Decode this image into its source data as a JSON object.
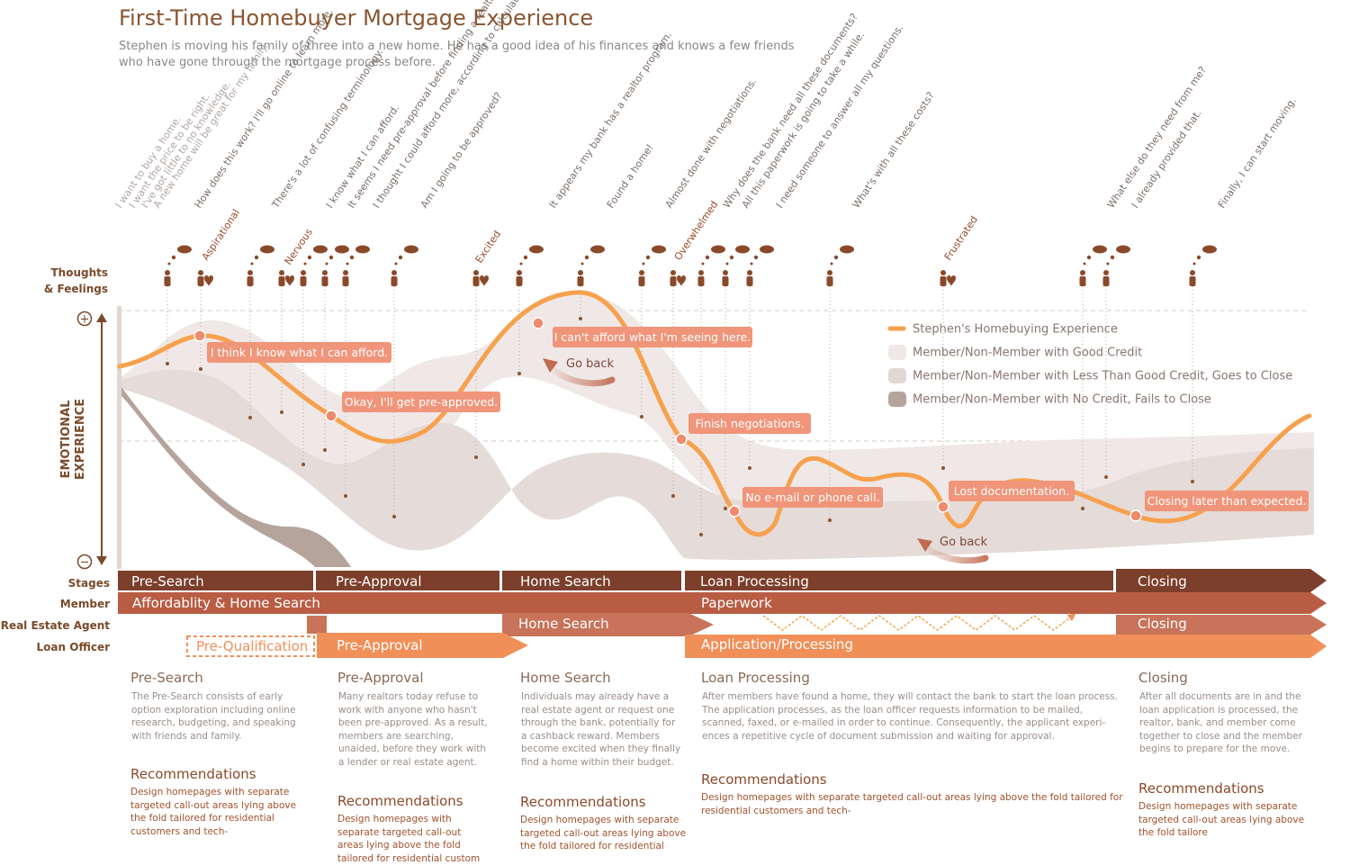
{
  "title": "First-Time Homebuyer Mortgage Experience",
  "subtitle": "Stephen is moving his family of three into a new home. He has a good idea of his finances and knows a few friends who have gone through the mortgage process before.",
  "row_labels": {
    "thoughts": [
      "Thoughts",
      "& Feelings"
    ],
    "emotional": [
      "EMOTIONAL",
      "EXPERIENCE"
    ],
    "stages": "Stages",
    "member": "Member",
    "agent": "Real Estate Agent",
    "officer": "Loan Officer"
  },
  "axis_signs": {
    "plus": "+",
    "minus": "−"
  },
  "thoughts": [
    {
      "text": "I want to buy a home.",
      "tone": "light"
    },
    {
      "text": "I want the price to be right.",
      "tone": "light"
    },
    {
      "text": "I've got little to no knowledge.",
      "tone": "light"
    },
    {
      "text": "A new home will be great for my family.",
      "tone": "light"
    },
    {
      "text": "How does this work? I'll go online to learn more.",
      "tone": "dark"
    },
    {
      "text": "There's a lot of confusing terminology.",
      "tone": "dark"
    },
    {
      "text": "I know what I can afford.",
      "tone": "dark"
    },
    {
      "text": "It seems I need pre-approval before finding a realtor.",
      "tone": "dark"
    },
    {
      "text": "I thought I could afford more, according to calculator.",
      "tone": "dark"
    },
    {
      "text": "Am I going to be approved?",
      "tone": "dark"
    },
    {
      "text": "It appears my bank has a realtor program.",
      "tone": "dark"
    },
    {
      "text": "Found a home!",
      "tone": "dark"
    },
    {
      "text": "Almost done with negotiations.",
      "tone": "dark"
    },
    {
      "text": "Why does the bank need all these documents?",
      "tone": "dark"
    },
    {
      "text": "All this paperwork is going to take a while.",
      "tone": "dark"
    },
    {
      "text": "I need someone to answer all my questions.",
      "tone": "dark"
    },
    {
      "text": "What's with all these costs?",
      "tone": "dark"
    },
    {
      "text": "What else do they need from me?",
      "tone": "dark"
    },
    {
      "text": "I already provided that.",
      "tone": "dark"
    },
    {
      "text": "Finally, I can start moving.",
      "tone": "dark"
    }
  ],
  "feelings": [
    "Aspirational",
    "Nervous",
    "Excited",
    "Overwhelmed",
    "Frustrated"
  ],
  "legend": [
    {
      "label": "Stephen's Homebuying Experience",
      "color": "#f7a14e"
    },
    {
      "label": "Member/Non-Member with Good Credit",
      "color": "#efe8e6"
    },
    {
      "label": "Member/Non-Member with Less Than Good Credit, Goes to Close",
      "color": "#e2d7d5"
    },
    {
      "label": "Member/Non-Member with No Credit, Fails to Close",
      "color": "#b5a49c"
    }
  ],
  "callouts": [
    "I think I know what I can afford.",
    "Okay, I'll get pre-approved.",
    "I can't afford what I'm seeing here.",
    "Finish negotiations.",
    "No e-mail or phone call.",
    "Lost documentation.",
    "Closing later than expected."
  ],
  "go_back": [
    "Go back",
    "Go back"
  ],
  "lanes": {
    "stages": [
      "Pre-Search",
      "Pre-Approval",
      "Home Search",
      "Loan Processing",
      "Closing"
    ],
    "member": [
      "Affordablity & Home Search",
      "Paperwork"
    ],
    "agent": [
      "Home Search",
      "Closing"
    ],
    "officer": [
      "Pre-Qualification",
      "Pre-Approval",
      "Application/Processing"
    ]
  },
  "colors": {
    "title": "#8a5530",
    "stage": "#7c3f2b",
    "member": "#b85d44",
    "agent": "#c8735a",
    "officer": "#f09058",
    "line": "#f7a14e",
    "callout": "#f0957a"
  },
  "sections": [
    {
      "heading": "Pre-Search",
      "body": [
        "The Pre-Search consists of early",
        "option exploration including online",
        "research, budgeting, and speaking",
        "with friends and family."
      ],
      "rec_heading": "Recommendations",
      "rec": [
        "Design homepages with separate",
        "targeted call-out areas lying above",
        "the fold tailored for residential",
        "customers and tech-"
      ]
    },
    {
      "heading": "Pre-Approval",
      "body": [
        "Many realtors today refuse to",
        "work with anyone who hasn't",
        "been pre-approved. As a result,",
        "members are searching,",
        "unaided, before they work with",
        "a lender or real estate agent."
      ],
      "rec_heading": "Recommendations",
      "rec": [
        "Design homepages with",
        "separate targeted call-out",
        "areas lying above the fold",
        "tailored for residential custom"
      ]
    },
    {
      "heading": "Home Search",
      "body": [
        "Individuals may already have a",
        "real estate agent or request one",
        "through the bank, potentially for",
        "a cashback reward. Members",
        "become excited when they finally",
        "find a home within their budget."
      ],
      "rec_heading": "Recommendations",
      "rec": [
        "Design homepages with separate",
        "targeted call-out areas lying above",
        "the fold tailored for residential"
      ]
    },
    {
      "heading": "Loan Processing",
      "body": [
        "After members have found a home, they will contact the bank to start the loan process.",
        "The application processes, as the loan officer requests information to be mailed,",
        "scanned, faxed, or e-mailed in order to continue. Consequently, the applicant experi-",
        "ences a repetitive cycle of document submission and waiting for approval."
      ],
      "rec_heading": "Recommendations",
      "rec": [
        "Design homepages with separate targeted call-out areas lying above the fold tailored for",
        "residential customers and tech-"
      ]
    },
    {
      "heading": "Closing",
      "body": [
        "After all documents are in and the",
        "loan application is processed, the",
        "realtor, bank, and member come",
        "together to close and the member",
        "begins to prepare for the move."
      ],
      "rec_heading": "Recommendations",
      "rec": [
        "Design homepages with separate",
        "targeted call-out areas lying above",
        "the fold tailore"
      ]
    }
  ]
}
